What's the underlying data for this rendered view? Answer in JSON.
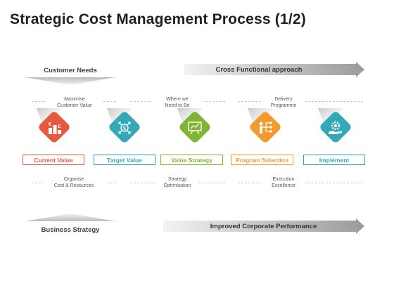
{
  "title": "Strategic Cost Management Process (1/2)",
  "top": {
    "left_label": "Customer Needs",
    "arrow_label": "Cross Functional approach"
  },
  "bottom": {
    "left_label": "Business Strategy",
    "arrow_label": "Improved Corporate Performance"
  },
  "upper_notes": [
    {
      "line1": "Maximise",
      "line2": "Customer Value"
    },
    {
      "line1": "Where we",
      "line2": "Need to Be"
    },
    {
      "line1": "Delivery",
      "line2": "Programme"
    }
  ],
  "lower_notes": [
    {
      "line1": "Organise",
      "line2": "Cost & Resources"
    },
    {
      "line1": "Strategy",
      "line2": "Optimisation"
    },
    {
      "line1": "Execution",
      "line2": "Excellence"
    }
  ],
  "steps": [
    {
      "label": "Current Value",
      "color": "#e8583e",
      "icon": "dollar-pound-bars-icon"
    },
    {
      "label": "Target Value",
      "color": "#35a8b8",
      "icon": "dollar-target-arrows-icon"
    },
    {
      "label": "Value Strategy",
      "color": "#7fb532",
      "icon": "presentation-board-icon"
    },
    {
      "label": "Program Selection",
      "color": "#f39a2c",
      "icon": "person-network-icon"
    },
    {
      "label": "Implement",
      "color": "#35a8b8",
      "icon": "gear-hand-icon"
    }
  ]
}
